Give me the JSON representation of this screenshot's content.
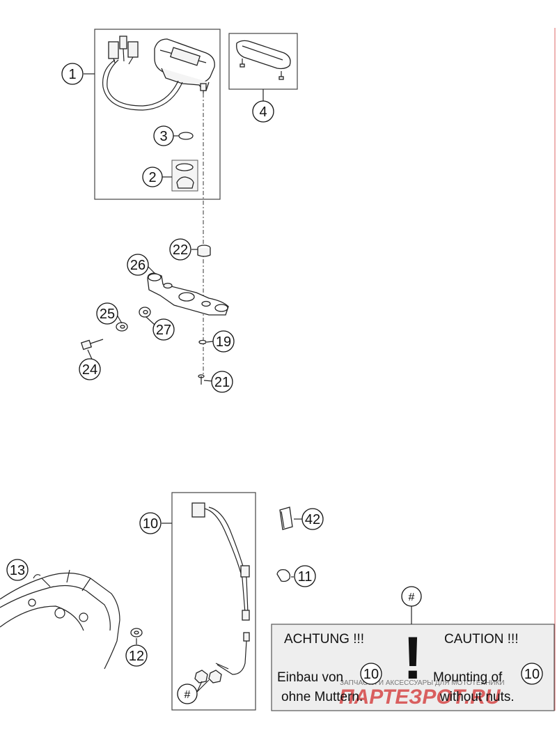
{
  "callouts": {
    "c1": "1",
    "c2": "2",
    "c3": "3",
    "c4": "4",
    "c10": "10",
    "c11": "11",
    "c12": "12",
    "c13": "13",
    "c19": "19",
    "c21": "21",
    "c22": "22",
    "c24": "24",
    "c25": "25",
    "c26": "26",
    "c27": "27",
    "c42": "42",
    "hash_top": "#",
    "hash_bottom": "#"
  },
  "warning": {
    "de_title": "ACHTUNG !!!",
    "en_title": "CAUTION !!!",
    "de_line1": "Einbau von",
    "de_line2": "ohne Muttern.",
    "en_line1": "Mounting of",
    "en_line2": "without nuts.",
    "de_ref": "10",
    "en_ref": "10",
    "exclamation": "!"
  },
  "watermark": {
    "brand": "ПАРТЕЗРОТ.RU",
    "tagline": "ЗАПЧАСТИ И АКСЕССУАРЫ ДЛЯ МОТОТЕХНИКИ"
  },
  "colors": {
    "line": "#222222",
    "box_border": "#555555",
    "warning_bg": "#eeeeee",
    "watermark_red": "#d23030"
  }
}
